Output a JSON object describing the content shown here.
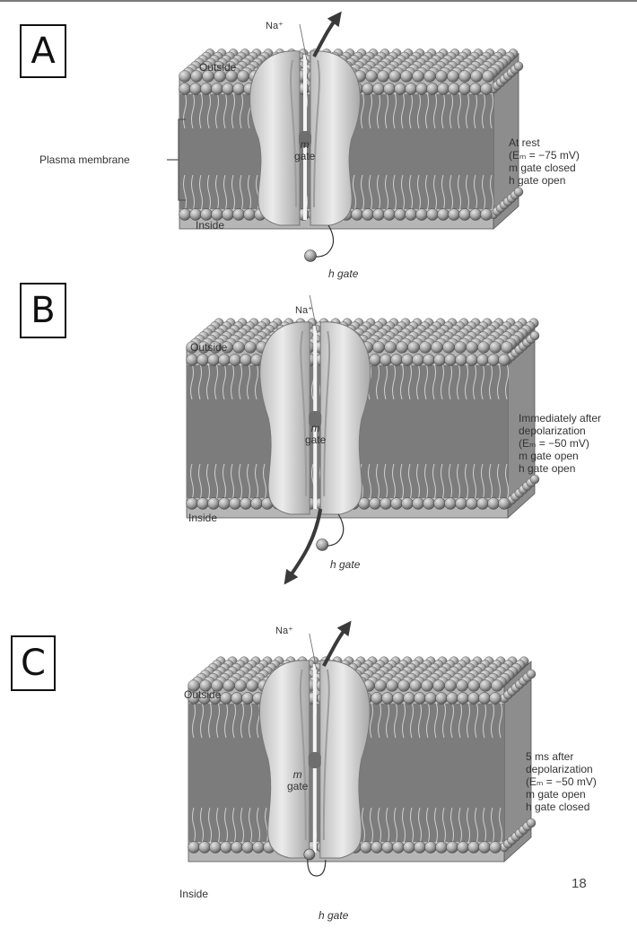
{
  "panels": [
    {
      "letter": "A",
      "ion": "Na⁺",
      "outside": "Outside",
      "inside": "Inside",
      "membrane_label": "Plasma membrane",
      "m_gate": [
        "m",
        "gate"
      ],
      "h_gate": "h gate",
      "state": [
        "At rest",
        "(Eₘ = −75 mV)",
        "m gate closed",
        "h gate open"
      ]
    },
    {
      "letter": "B",
      "ion": "Na⁺",
      "outside": "Outside",
      "inside": "Inside",
      "m_gate": [
        "m",
        "gate"
      ],
      "h_gate": "h gate",
      "state": [
        "Immediately after",
        "depolarization",
        "(Eₘ = −50 mV)",
        "m gate open",
        "h gate open"
      ]
    },
    {
      "letter": "C",
      "ion": "Na⁺",
      "outside": "Outside",
      "inside": "Inside",
      "m_gate": [
        "m",
        "gate"
      ],
      "h_gate": "h gate",
      "state": [
        "5 ms after",
        "depolarization",
        "(Eₘ = −50 mV)",
        "m gate open",
        "h gate closed"
      ]
    }
  ],
  "page_number": "18",
  "colors": {
    "head_light": "#e4e4e4",
    "head_mid": "#a9a9a9",
    "head_dark": "#5e5e5e",
    "tail": "#9a9a9a",
    "channel": "#d6d6d6",
    "arrow": "#3a3a3a"
  }
}
